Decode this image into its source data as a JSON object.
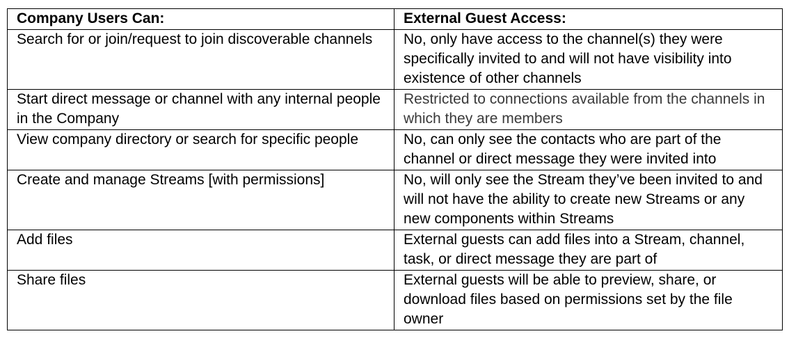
{
  "table": {
    "headers": [
      "Company Users Can:",
      "External Guest Access:"
    ],
    "rows": [
      {
        "company": "Search for or join/request to join discoverable channels",
        "guest": "No, only have access to the channel(s) they were specifically invited to and will not have visibility into existence of other channels"
      },
      {
        "company": "Start direct message or channel with any internal people in the Company",
        "guest": "Restricted to connections available from the channels in which they are members"
      },
      {
        "company": "View company directory or search for specific people",
        "guest": "No, can only see the contacts who are part of the channel or direct message they were invited into"
      },
      {
        "company": "Create and manage Streams [with permissions]",
        "guest": "No, will only see the Stream they’ve been invited to and will not have the ability to create new Streams or any new components within Streams"
      },
      {
        "company": "Add files",
        "guest": "External guests can add files into a Stream, channel, task, or direct message they are part of"
      },
      {
        "company": "Share files",
        "guest": "External guests will be able to preview, share, or download files based on permissions set by the file owner"
      }
    ]
  }
}
